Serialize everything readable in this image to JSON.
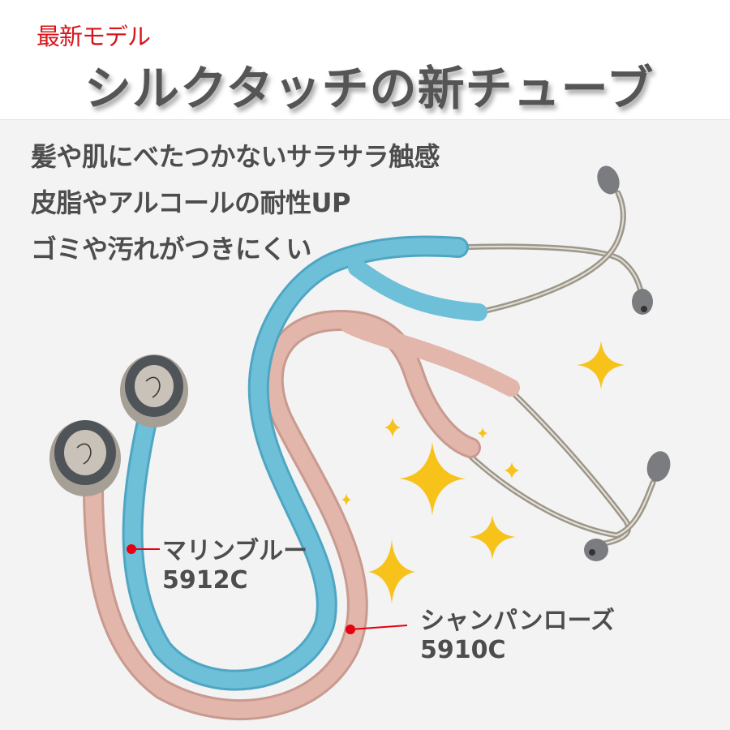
{
  "header": {
    "kicker": "最新モデル",
    "headline": "シルクタッチの新チューブ"
  },
  "features": [
    "髪や肌にべたつかないサラサラ触感",
    "皮脂やアルコールの耐性UP",
    "ゴミや汚れがつきにくい"
  ],
  "products": [
    {
      "name": "マリンブルー",
      "code": "5912C",
      "tube_color": "#67bcd6"
    },
    {
      "name": "シャンパンローズ",
      "code": "5910C",
      "tube_color": "#dfb1a6"
    }
  ],
  "colors": {
    "accent_red": "#d8141b",
    "text_gray": "#4d4d4d",
    "sparkle_yellow": "#f7c21a",
    "steel": "#b8b2a6",
    "earpiece_gray": "#7b7c80"
  },
  "decorations": [
    "sparkle-icon",
    "sparkle-icon",
    "sparkle-icon",
    "sparkle-icon",
    "sparkle-icon",
    "sparkle-icon",
    "sparkle-icon",
    "sparkle-icon"
  ]
}
